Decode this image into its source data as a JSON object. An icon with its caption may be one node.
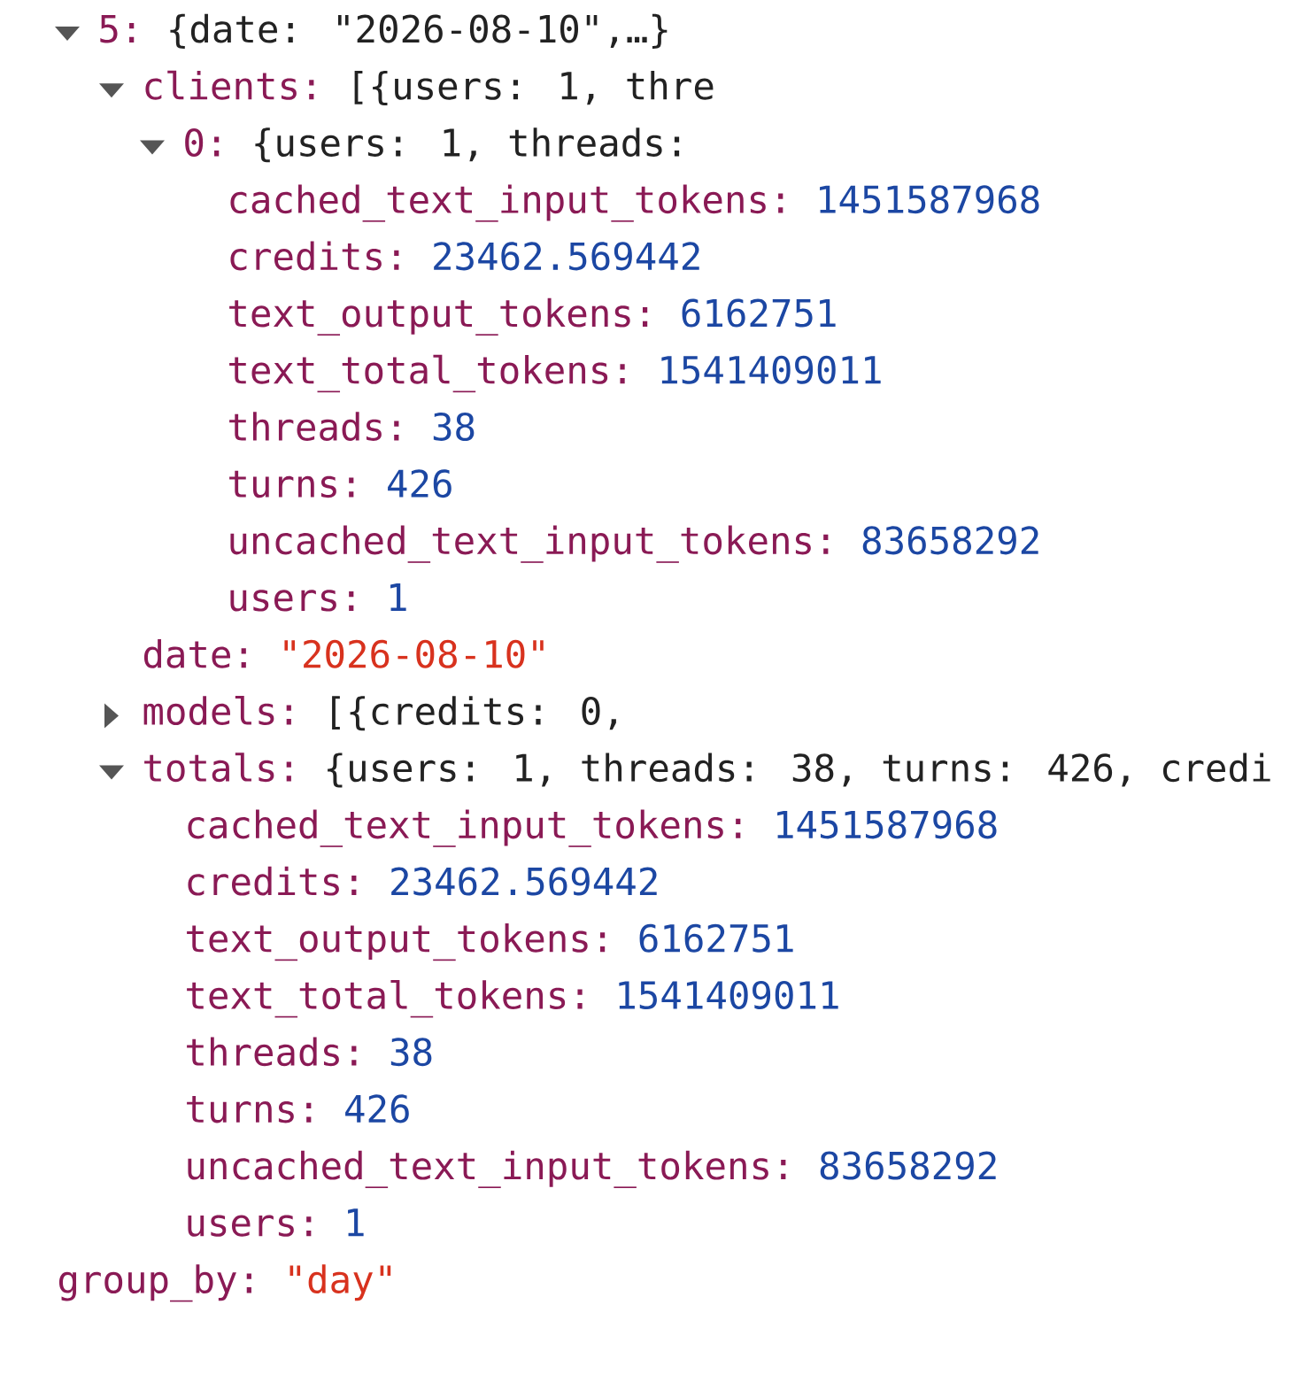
{
  "diagram": {
    "labels": [
      "5:",
      "{date: \"2026-08-10\",…}",
      "clients:",
      "[{users: 1, thre",
      "0:",
      "{users: 1, threads:",
      "cached_text_input_tokens:",
      "1451587968",
      "credits:",
      "23462.569442",
      "text_output_tokens:",
      "6162751",
      "text_total_tokens:",
      "1541409011",
      "threads:",
      "38",
      "turns:",
      "426",
      "uncached_text_input_tokens:",
      "83658292",
      "users:",
      "1",
      "date:",
      "\"2026-08-10\"",
      "models:",
      "[{credits: 0,",
      "totals:",
      "{users: 1, threads: 38, turns: 426, credi",
      "cached_text_input_tokens:",
      "1451587968",
      "credits:",
      "23462.569442",
      "text_output_tokens:",
      "6162751",
      "text_total_tokens:",
      "1541409011",
      "threads:",
      "38",
      "turns:",
      "426",
      "uncached_text_input_tokens:",
      "83658292",
      "users:",
      "1",
      "group_by:",
      "\"day\""
    ]
  }
}
